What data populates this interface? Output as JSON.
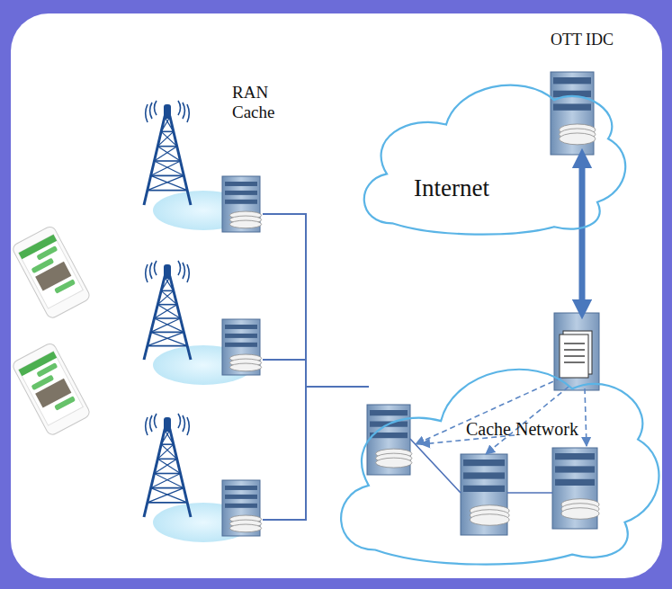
{
  "diagram": {
    "nodes": [
      {
        "text": [
          "Internet"
        ]
      },
      {
        "text": [
          "OTT IDC"
        ],
        "in": 0
      },
      {
        "text": [
          "Cache Network"
        ]
      }
    ],
    "edges": [
      {
        "from": 1,
        "to": 2,
        "arrow": "both"
      }
    ],
    "labels": [
      "RAN Cache"
    ]
  }
}
